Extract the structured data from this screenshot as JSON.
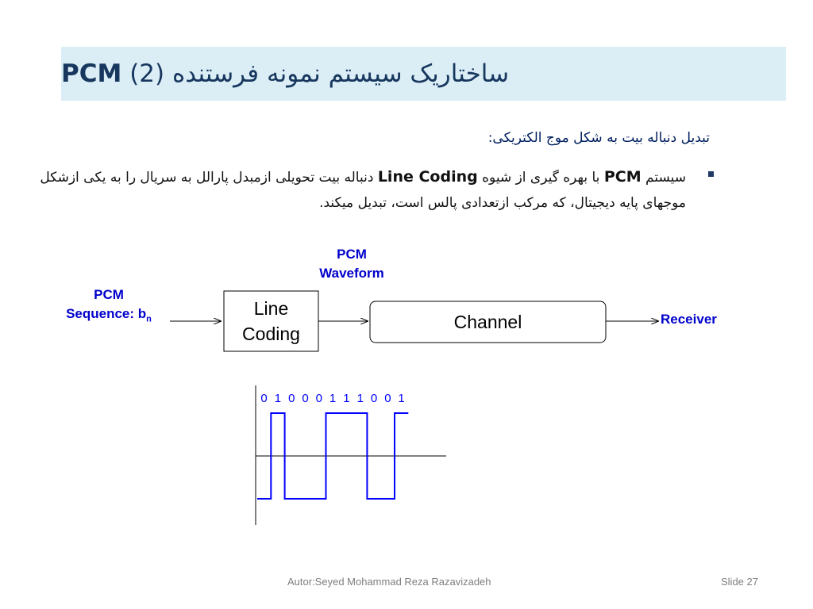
{
  "slide": {
    "title_suffix": "ساختاریک سیستم نمونه فرستنده",
    "title_pcm": "PCM",
    "title_num": "(2)",
    "subtitle": "تبدیل دنباله بیت به شکل موج الکتریکی:",
    "bullet": {
      "part1": "سیستم",
      "pcm": "PCM",
      "part2": "با بهره گیری از شیوه",
      "line_coding": "Line Coding",
      "part3": "دنباله بیت تحویلی ازمبدل پارالل به سریال را به یکی ازشکل موجهای پایه دیجیتال، که مرکب ازتعدادی پالس است، تبدیل میکند."
    }
  },
  "diagram": {
    "pcm_waveform_line1": "PCM",
    "pcm_waveform_line2": "Waveform",
    "pcm_sequence_line1": "PCM",
    "pcm_sequence_line2": "Sequence: b",
    "pcm_sequence_sub": "n",
    "line_coding_line1": "Line",
    "line_coding_line2": "Coding",
    "channel": "Channel",
    "receiver": "Receiver",
    "label_color": "#0000cc"
  },
  "waveform": {
    "bits": [
      0,
      1,
      0,
      0,
      0,
      1,
      1,
      1,
      0,
      0,
      1
    ],
    "bit_labels": [
      "0",
      "1",
      "0",
      "0",
      "0",
      "1",
      "1",
      "1",
      "0",
      "0",
      "1"
    ],
    "line_color": "#0000ff"
  },
  "footer": {
    "author": "Autor:Seyed Mohammad Reza Razavizadeh",
    "slide_no": "Slide 27"
  }
}
